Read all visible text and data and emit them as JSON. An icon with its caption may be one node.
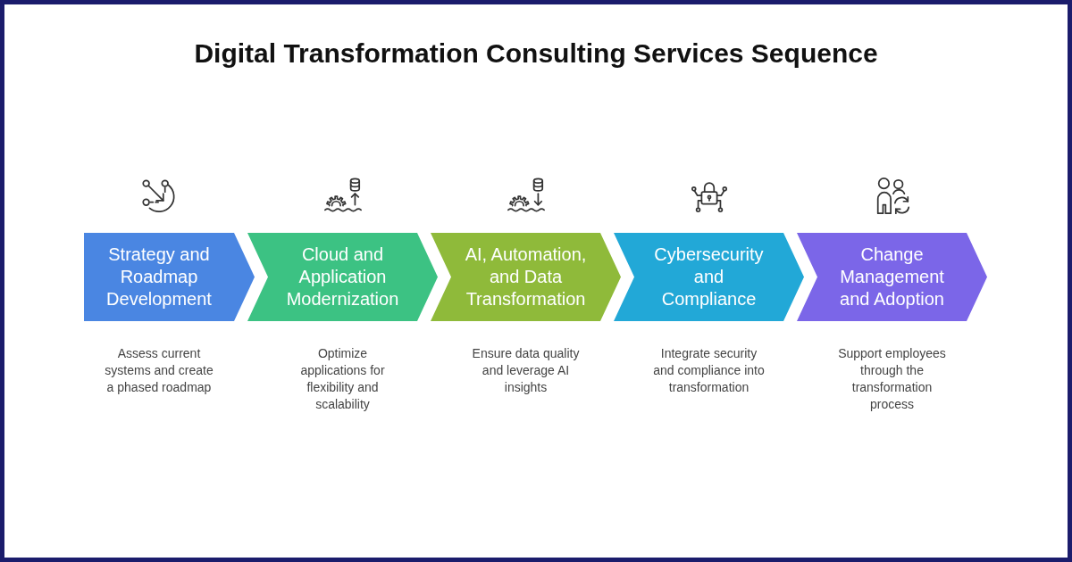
{
  "diagram": {
    "title": "Digital Transformation Consulting Services Sequence",
    "nodes": [
      {
        "text": [
          "Strategy and Roadmap Development"
        ],
        "beside": [
          "Assess current systems and create a phased roadmap"
        ]
      },
      {
        "text": [
          "Cloud and Application Modernization"
        ],
        "beside": [
          "Optimize applications for flexibility and scalability"
        ]
      },
      {
        "text": [
          "AI, Automation, and Data Transformation"
        ],
        "beside": [
          "Ensure data quality and leverage AI insights"
        ]
      },
      {
        "text": [
          "Cybersecurity and Compliance"
        ],
        "beside": [
          "Integrate security and compliance into transformation"
        ]
      },
      {
        "text": [
          "Change Management and Adoption"
        ],
        "beside": [
          "Support employees through the transformation process"
        ]
      }
    ]
  }
}
